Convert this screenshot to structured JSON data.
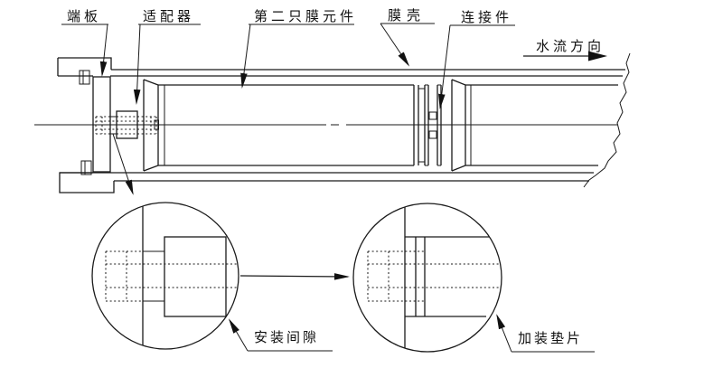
{
  "diagram": {
    "labels": {
      "end_plate": "端板",
      "adapter": "适配器",
      "second_membrane_element": "第二只膜元件",
      "membrane_housing": "膜壳",
      "connector": "连接件",
      "water_flow_direction": "水流方向",
      "installation_gap": "安装间隙",
      "added_shim": "加装垫片"
    },
    "colors": {
      "line": "#1a1a1a",
      "text": "#111111",
      "background": "#ffffff"
    }
  }
}
